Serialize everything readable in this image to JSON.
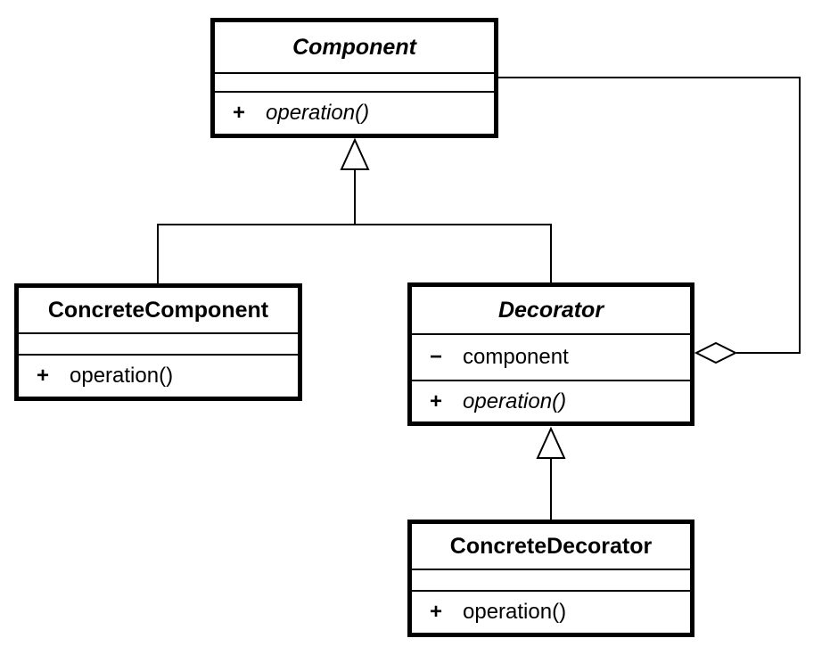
{
  "classes": [
    {
      "id": "component",
      "name": "Component",
      "abstract": true,
      "attributes": [],
      "methods": [
        {
          "visibility": "+",
          "signature": "operation()",
          "abstract": true
        }
      ]
    },
    {
      "id": "concrete-component",
      "name": "ConcreteComponent",
      "abstract": false,
      "attributes": [],
      "methods": [
        {
          "visibility": "+",
          "signature": "operation()",
          "abstract": false
        }
      ]
    },
    {
      "id": "decorator",
      "name": "Decorator",
      "abstract": true,
      "attributes": [
        {
          "visibility": "−",
          "name": "component"
        }
      ],
      "methods": [
        {
          "visibility": "+",
          "signature": "operation()",
          "abstract": true
        }
      ]
    },
    {
      "id": "concrete-decorator",
      "name": "ConcreteDecorator",
      "abstract": false,
      "attributes": [],
      "methods": [
        {
          "visibility": "+",
          "signature": "operation()",
          "abstract": false
        }
      ]
    }
  ],
  "relationships": [
    {
      "type": "generalization",
      "from": "ConcreteComponent",
      "to": "Component"
    },
    {
      "type": "generalization",
      "from": "Decorator",
      "to": "Component"
    },
    {
      "type": "generalization",
      "from": "ConcreteDecorator",
      "to": "Decorator"
    },
    {
      "type": "aggregation",
      "from": "Decorator",
      "to": "Component"
    }
  ],
  "colors": {
    "line": "#000000",
    "fill": "#ffffff"
  }
}
